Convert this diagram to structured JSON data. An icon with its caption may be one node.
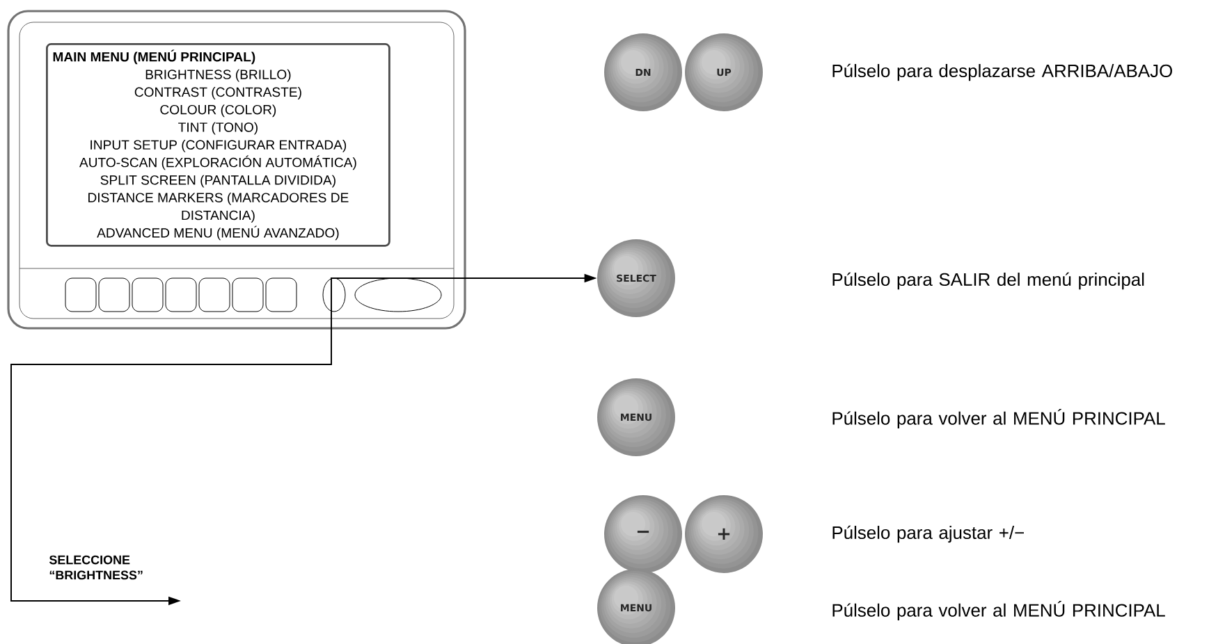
{
  "diagram": {
    "nodes": [
      {
        "text": [
          "MAIN MENU (MENÚ PRINCIPAL)",
          "BRIGHTNESS (BRILLO)",
          "CONTRAST (CONTRASTE)",
          "COLOUR (COLOR)",
          "TINT (TONO)",
          "INPUT SETUP (CONFIGURAR ENTRADA)",
          "AUTO-SCAN (EXPLORACIÓN AUTOMÁTICA)",
          "SPLIT SCREEN (PANTALLA DIVIDIDA)",
          "DISTANCE MARKERS (MARCADORES DE DISTANCIA)",
          "ADVANCED MENU (MENÚ AVANZADO)"
        ]
      },
      {
        "text": [
          "DN"
        ]
      },
      {
        "text": [
          "UP"
        ]
      },
      {
        "text": [
          "SELECT"
        ]
      },
      {
        "text": [
          "MENU"
        ]
      },
      {
        "text": [
          "−"
        ]
      },
      {
        "text": [
          "+"
        ]
      },
      {
        "text": [
          "MENU"
        ]
      }
    ],
    "edges": [
      {
        "from": null,
        "to": 3,
        "arrow": "both"
      }
    ],
    "labels": [
      "Púlselo para desplazarse ARRIBA/ABAJO",
      "Púlselo para SALIR del menú principal",
      "Púlselo para volver al MENÚ PRINCIPAL",
      "Púlselo para ajustar +/−",
      "SELECCIONE “BRIGHTNESS”",
      "Púlselo para volver al MENÚ PRINCIPAL"
    ]
  }
}
